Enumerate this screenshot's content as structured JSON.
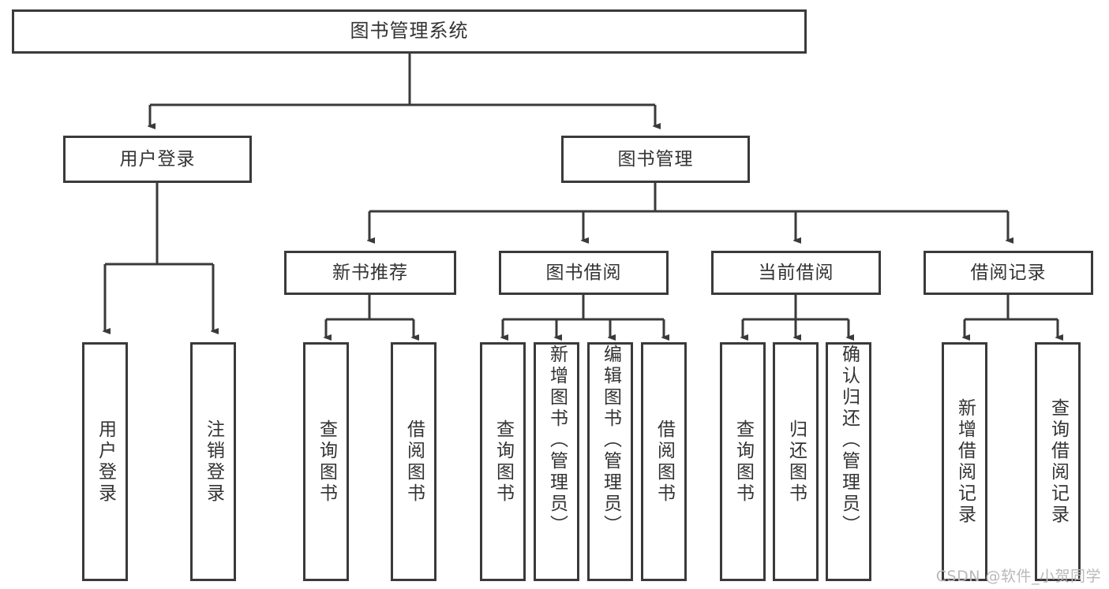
{
  "diagram": {
    "title": "图书管理系统",
    "watermark": "CSDN @软件_小贺同学",
    "colors": {
      "stroke": "#3a3a3a",
      "text": "#333333",
      "background": "#ffffff",
      "watermark": "#b9b9b9"
    },
    "nodes": {
      "root": {
        "label": "图书管理系统"
      },
      "level2": [
        {
          "label": "用户登录"
        },
        {
          "label": "图书管理"
        }
      ],
      "level3": [
        {
          "label": "新书推荐"
        },
        {
          "label": "图书借阅"
        },
        {
          "label": "当前借阅"
        },
        {
          "label": "借阅记录"
        }
      ],
      "leaves_user_login": [
        {
          "label": "用户登录"
        },
        {
          "label": "注销登录"
        }
      ],
      "leaves_new_books": [
        {
          "label": "查询图书"
        },
        {
          "label": "借阅图书"
        }
      ],
      "leaves_borrow": [
        {
          "label": "查询图书"
        },
        {
          "label": "新增图书（管理员）"
        },
        {
          "label": "编辑图书（管理员）"
        },
        {
          "label": "借阅图书"
        }
      ],
      "leaves_current": [
        {
          "label": "查询图书"
        },
        {
          "label": "归还图书"
        },
        {
          "label": "确认归还（管理员）"
        }
      ],
      "leaves_records": [
        {
          "label": "新增借阅记录"
        },
        {
          "label": "查询借阅记录"
        }
      ]
    }
  }
}
